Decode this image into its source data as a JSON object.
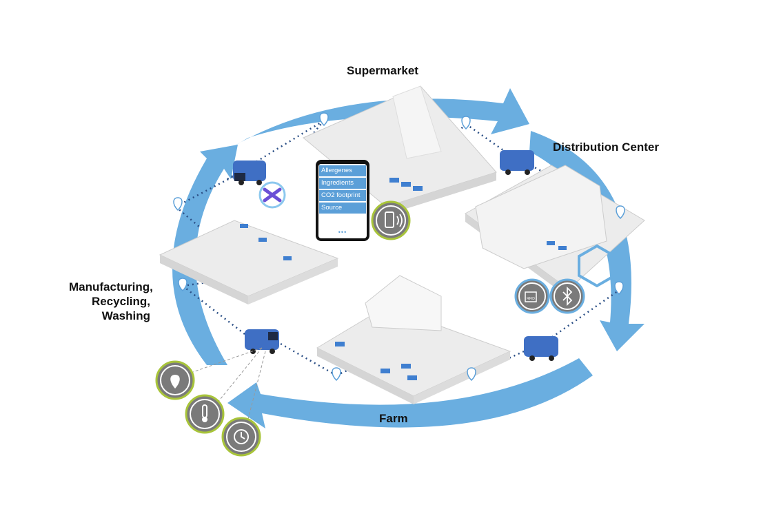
{
  "labels": {
    "supermarket": "Supermarket",
    "distribution": "Distribution Center",
    "manufacturing": [
      "Manufacturing,",
      "Recycling,",
      "Washing"
    ],
    "farm": "Farm"
  },
  "phone": {
    "items": [
      "Allergenes",
      "Ingredients",
      "CO2 footprint",
      "Source"
    ],
    "more": "•••"
  },
  "icons": {
    "rfid_text": "RFID"
  },
  "colors": {
    "arrow": "#6aaee0",
    "ring": "#a8c43a",
    "icon_bg": "#7a7a7a",
    "truck": "#3f6fc4"
  }
}
